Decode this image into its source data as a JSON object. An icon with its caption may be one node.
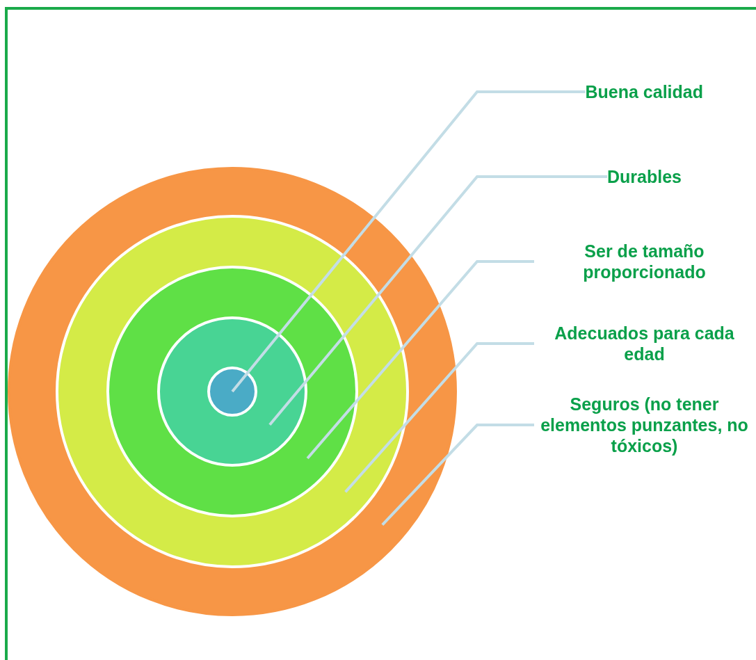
{
  "diagram": {
    "nodes": [
      {
        "text": [],
        "shape": "circle"
      },
      {
        "text": [],
        "shape": "circle",
        "in": 0
      },
      {
        "text": [],
        "shape": "circle",
        "in": 1
      },
      {
        "text": [],
        "shape": "circle",
        "in": 2
      },
      {
        "text": [],
        "shape": "circle",
        "in": 3
      },
      {
        "text": [
          "Buena calidad"
        ]
      },
      {
        "text": [
          "Durables"
        ]
      },
      {
        "text": [
          "Ser de tamaño proporcionado"
        ]
      },
      {
        "text": [
          "Adecuados para cada edad"
        ]
      },
      {
        "text": [
          "Seguros (no tener elementos punzantes, no tóxicos)"
        ]
      }
    ],
    "edges": [
      {
        "from": 5,
        "to": 4,
        "arrow": "none"
      },
      {
        "from": 6,
        "to": 3,
        "arrow": "none"
      },
      {
        "from": 7,
        "to": 2,
        "arrow": "none"
      },
      {
        "from": 8,
        "to": 1,
        "arrow": "none"
      },
      {
        "from": 9,
        "to": 0,
        "arrow": "none"
      }
    ]
  }
}
